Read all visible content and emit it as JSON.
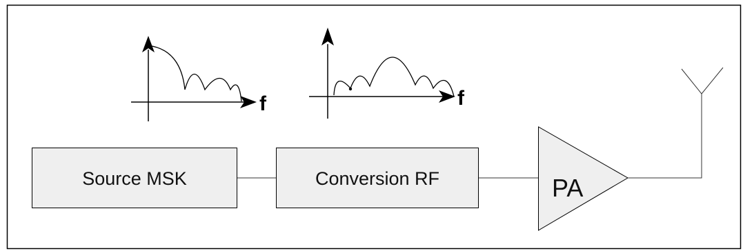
{
  "diagram": {
    "blocks": {
      "source": {
        "label": "Source MSK"
      },
      "conversion": {
        "label": "Conversion RF"
      },
      "amplifier": {
        "label": "PA"
      }
    },
    "spectra": {
      "baseband": {
        "axis_label": "f"
      },
      "rf": {
        "axis_label": "f"
      }
    },
    "colors": {
      "block_fill": "#efefef",
      "stroke": "#000000",
      "line": "#333333"
    },
    "icons": {
      "antenna": "antenna-icon",
      "amplifier": "amplifier-triangle"
    }
  }
}
